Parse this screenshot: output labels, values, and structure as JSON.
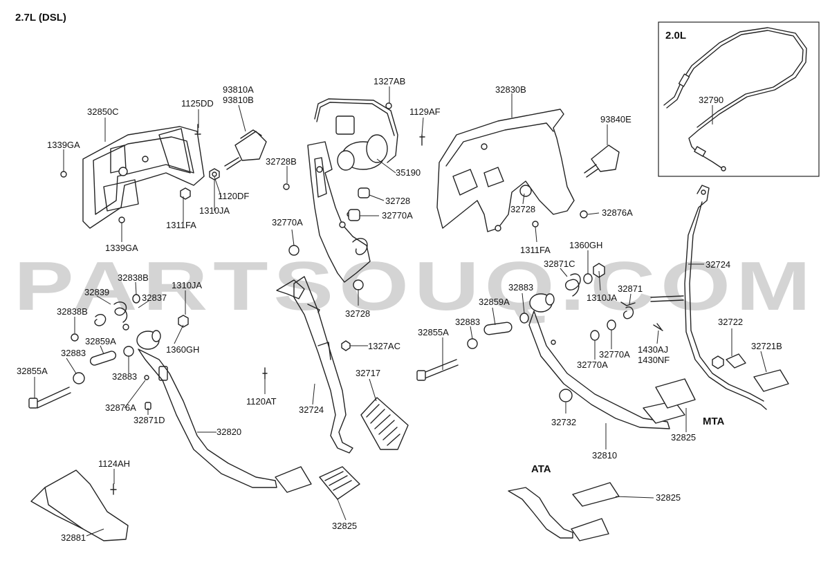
{
  "header": {
    "engine": "2.7L (DSL)",
    "inset_title": "2.0L"
  },
  "watermark": "PARTSOUQ.COM",
  "section_labels": {
    "ata": "ATA",
    "mta": "MTA"
  },
  "labels": {
    "l_32850C": "32850C",
    "l_1125DD": "1125DD",
    "l_93810A": "93810A",
    "l_93810B": "93810B",
    "l_1339GA_a": "1339GA",
    "l_1120DF": "1120DF",
    "l_1310JA_a": "1310JA",
    "l_1311FA_a": "1311FA",
    "l_1339GA_b": "1339GA",
    "l_1327AB": "1327AB",
    "l_1129AF": "1129AF",
    "l_32728B": "32728B",
    "l_35190": "35190",
    "l_32728_a": "32728",
    "l_32770A_a": "32770A",
    "l_32770A_b": "32770A",
    "l_32728_b": "32728",
    "l_1327AC": "1327AC",
    "l_32717": "32717",
    "l_32724_a": "32724",
    "l_1120AT": "1120AT",
    "l_32830B": "32830B",
    "l_93840E": "93840E",
    "l_32728_c": "32728",
    "l_32876A_a": "32876A",
    "l_1311FA_b": "1311FA",
    "l_1360GH_a": "1360GH",
    "l_32871C": "32871C",
    "l_32883_a": "32883",
    "l_1310JA_b": "1310JA",
    "l_32871_a": "32871",
    "l_32859A_a": "32859A",
    "l_32883_b": "32883",
    "l_32855A_a": "32855A",
    "l_32770A_c": "32770A",
    "l_32770A_d": "32770A",
    "l_1430AJ": "1430AJ",
    "l_1430NF": "1430NF",
    "l_32732": "32732",
    "l_32810": "32810",
    "l_32825_a": "32825",
    "l_32724_b": "32724",
    "l_32722": "32722",
    "l_32721B": "32721B",
    "l_32790": "32790",
    "l_32839": "32839",
    "l_32838B_a": "32838B",
    "l_1310JA_c": "1310JA",
    "l_32837": "32837",
    "l_32838B_b": "32838B",
    "l_32859A_b": "32859A",
    "l_1360GH_b": "1360GH",
    "l_32883_c": "32883",
    "l_32855A_b": "32855A",
    "l_32883_d": "32883",
    "l_32876A_b": "32876A",
    "l_32871D": "32871D",
    "l_32820": "32820",
    "l_1124AH": "1124AH",
    "l_32881": "32881",
    "l_32825_b": "32825",
    "l_32825_c": "32825"
  }
}
